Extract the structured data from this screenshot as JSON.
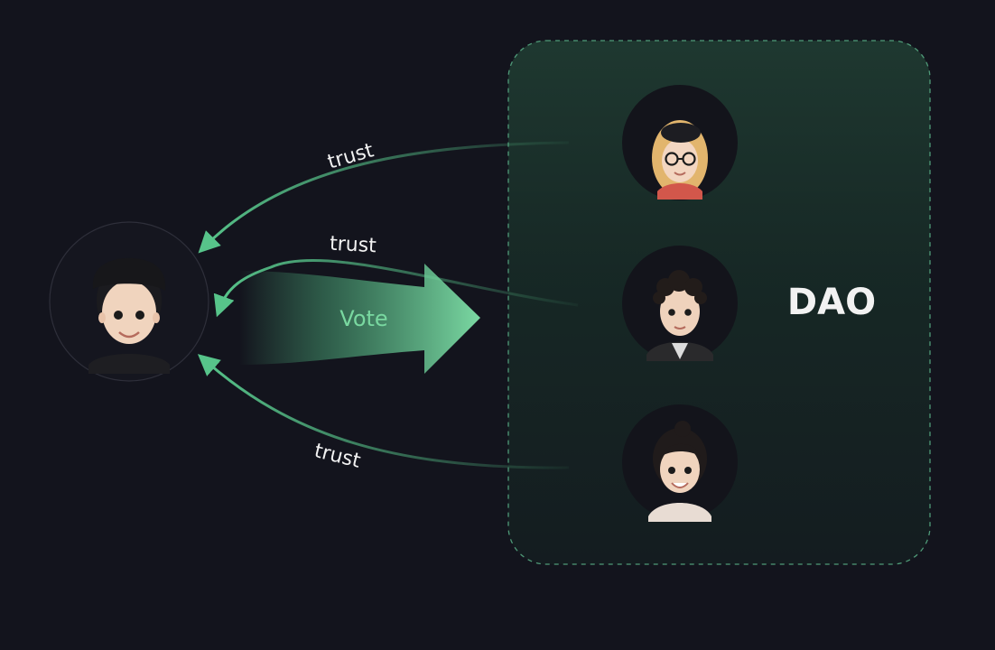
{
  "diagram": {
    "dao_label": "DAO",
    "vote_label": "Vote",
    "trust_labels": [
      "trust",
      "trust",
      "trust"
    ],
    "delegate": {
      "avatar_icon": "delegate-avatar-icon"
    },
    "members": [
      {
        "avatar_icon": "member-avatar-icon-1"
      },
      {
        "avatar_icon": "member-avatar-icon-2"
      },
      {
        "avatar_icon": "member-avatar-icon-3"
      }
    ],
    "colors": {
      "background": "#13141d",
      "accent_green": "#57c48a",
      "dao_border": "#4f9a78",
      "text": "#f2f2f2"
    }
  }
}
